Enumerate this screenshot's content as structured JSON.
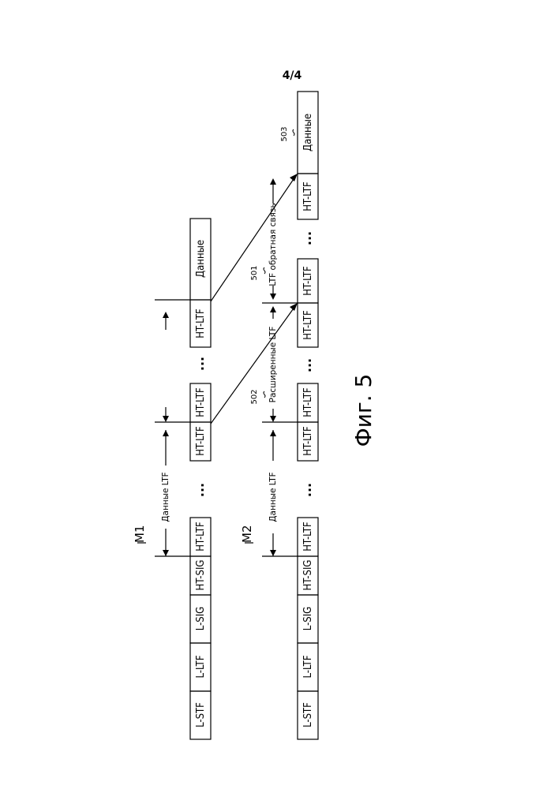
{
  "page_number": "4/4",
  "figure_caption": "Фиг. 5",
  "rows": [
    {
      "marker": "M1",
      "fields": [
        "L-STF",
        "L-LTF",
        "L-SIG",
        "HT-SIG",
        "HT-LTF",
        "HT-LTF",
        "HT-LTF"
      ],
      "ellipsis": "...",
      "data_block": "Данные",
      "span_label": "Данные LTF"
    },
    {
      "marker": "M2",
      "fields": [
        "L-STF",
        "L-LTF",
        "L-SIG",
        "HT-SIG",
        "HT-LTF",
        "HT-LTF",
        "HT-LTF",
        "HT-LTF",
        "HT-LTF",
        "HT-LTF"
      ],
      "ellipsis": "...",
      "data_block": "Данные",
      "span_label": "Данные LTF",
      "extended_label": "Расширенные LTF",
      "feedback_label": "LTF обратная связь"
    }
  ],
  "refs": [
    "501",
    "502",
    "503"
  ]
}
